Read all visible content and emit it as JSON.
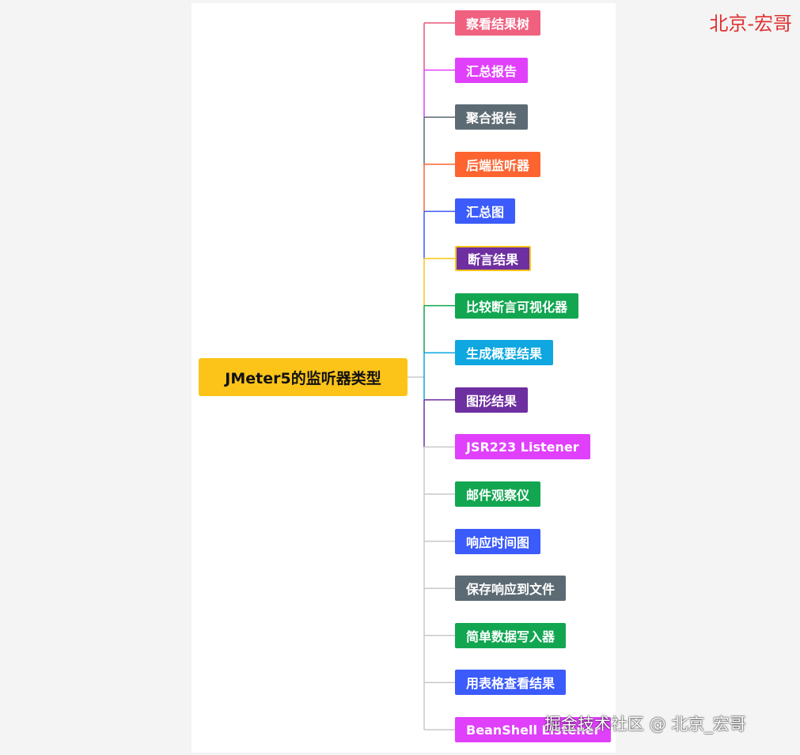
{
  "author_label": "北京-宏哥",
  "watermark": "掘金技术社区 @ 北京_宏哥",
  "mindmap": {
    "root": {
      "label": "JMeter5的监听器类型",
      "color": "#fcc419"
    },
    "children": [
      {
        "label": "察看结果树",
        "color": "#f06180",
        "line_color": "#e8557a"
      },
      {
        "label": "汇总报告",
        "color": "#e040fb",
        "line_color": "#e040fb"
      },
      {
        "label": "聚合报告",
        "color": "#5c6b73",
        "line_color": "#5c6b73"
      },
      {
        "label": "后端监听器",
        "color": "#fd6430",
        "line_color": "#fd6430"
      },
      {
        "label": "汇总图",
        "color": "#3b5bfb",
        "line_color": "#3b5bfb"
      },
      {
        "label": "断言结果",
        "color": "#6e2fa0",
        "line_color": "#fcc419",
        "outlined": true
      },
      {
        "label": "比较断言可视化器",
        "color": "#12a651",
        "line_color": "#12a651"
      },
      {
        "label": "生成概要结果",
        "color": "#0ea7e0",
        "line_color": "#0ea7e0"
      },
      {
        "label": "图形结果",
        "color": "#6e2fa0",
        "line_color": "#6e2fa0"
      },
      {
        "label": "JSR223 Listener",
        "color": "#e040fb",
        "line_color": "#c8c8c8"
      },
      {
        "label": "邮件观察仪",
        "color": "#12a651",
        "line_color": "#c8c8c8"
      },
      {
        "label": "响应时间图",
        "color": "#3b5bfb",
        "line_color": "#c8c8c8"
      },
      {
        "label": "保存响应到文件",
        "color": "#5c6b73",
        "line_color": "#c8c8c8"
      },
      {
        "label": "简单数据写入器",
        "color": "#12a651",
        "line_color": "#c8c8c8"
      },
      {
        "label": "用表格查看结果",
        "color": "#3b5bfb",
        "line_color": "#c8c8c8"
      },
      {
        "label": "BeanShell Listener",
        "color": "#e040fb",
        "line_color": "#c8c8c8"
      }
    ]
  }
}
